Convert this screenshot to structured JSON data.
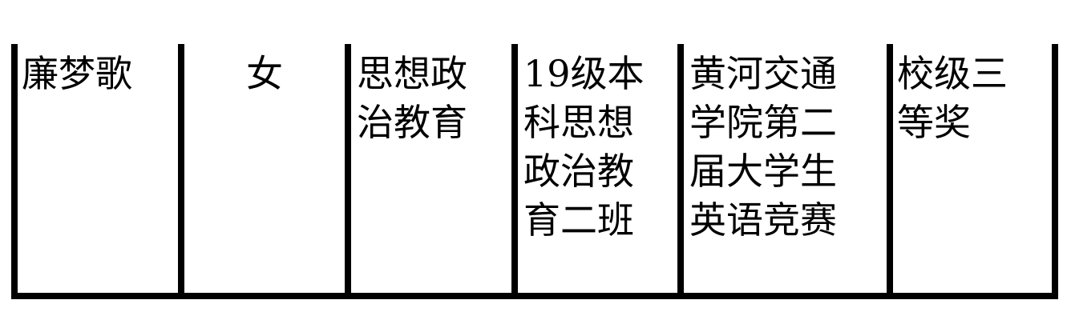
{
  "row": {
    "cells": [
      {
        "lines": [
          "廉梦歌"
        ]
      },
      {
        "lines": [
          "女"
        ]
      },
      {
        "lines": [
          "思想政",
          "治教育"
        ]
      },
      {
        "lines": [
          "19级本",
          "科思想",
          "政治教",
          "育二班"
        ]
      },
      {
        "lines": [
          "黄河交通",
          "学院第二",
          "届大学生",
          "英语竞赛"
        ]
      },
      {
        "lines": [
          "校级三",
          "等奖"
        ]
      }
    ]
  }
}
